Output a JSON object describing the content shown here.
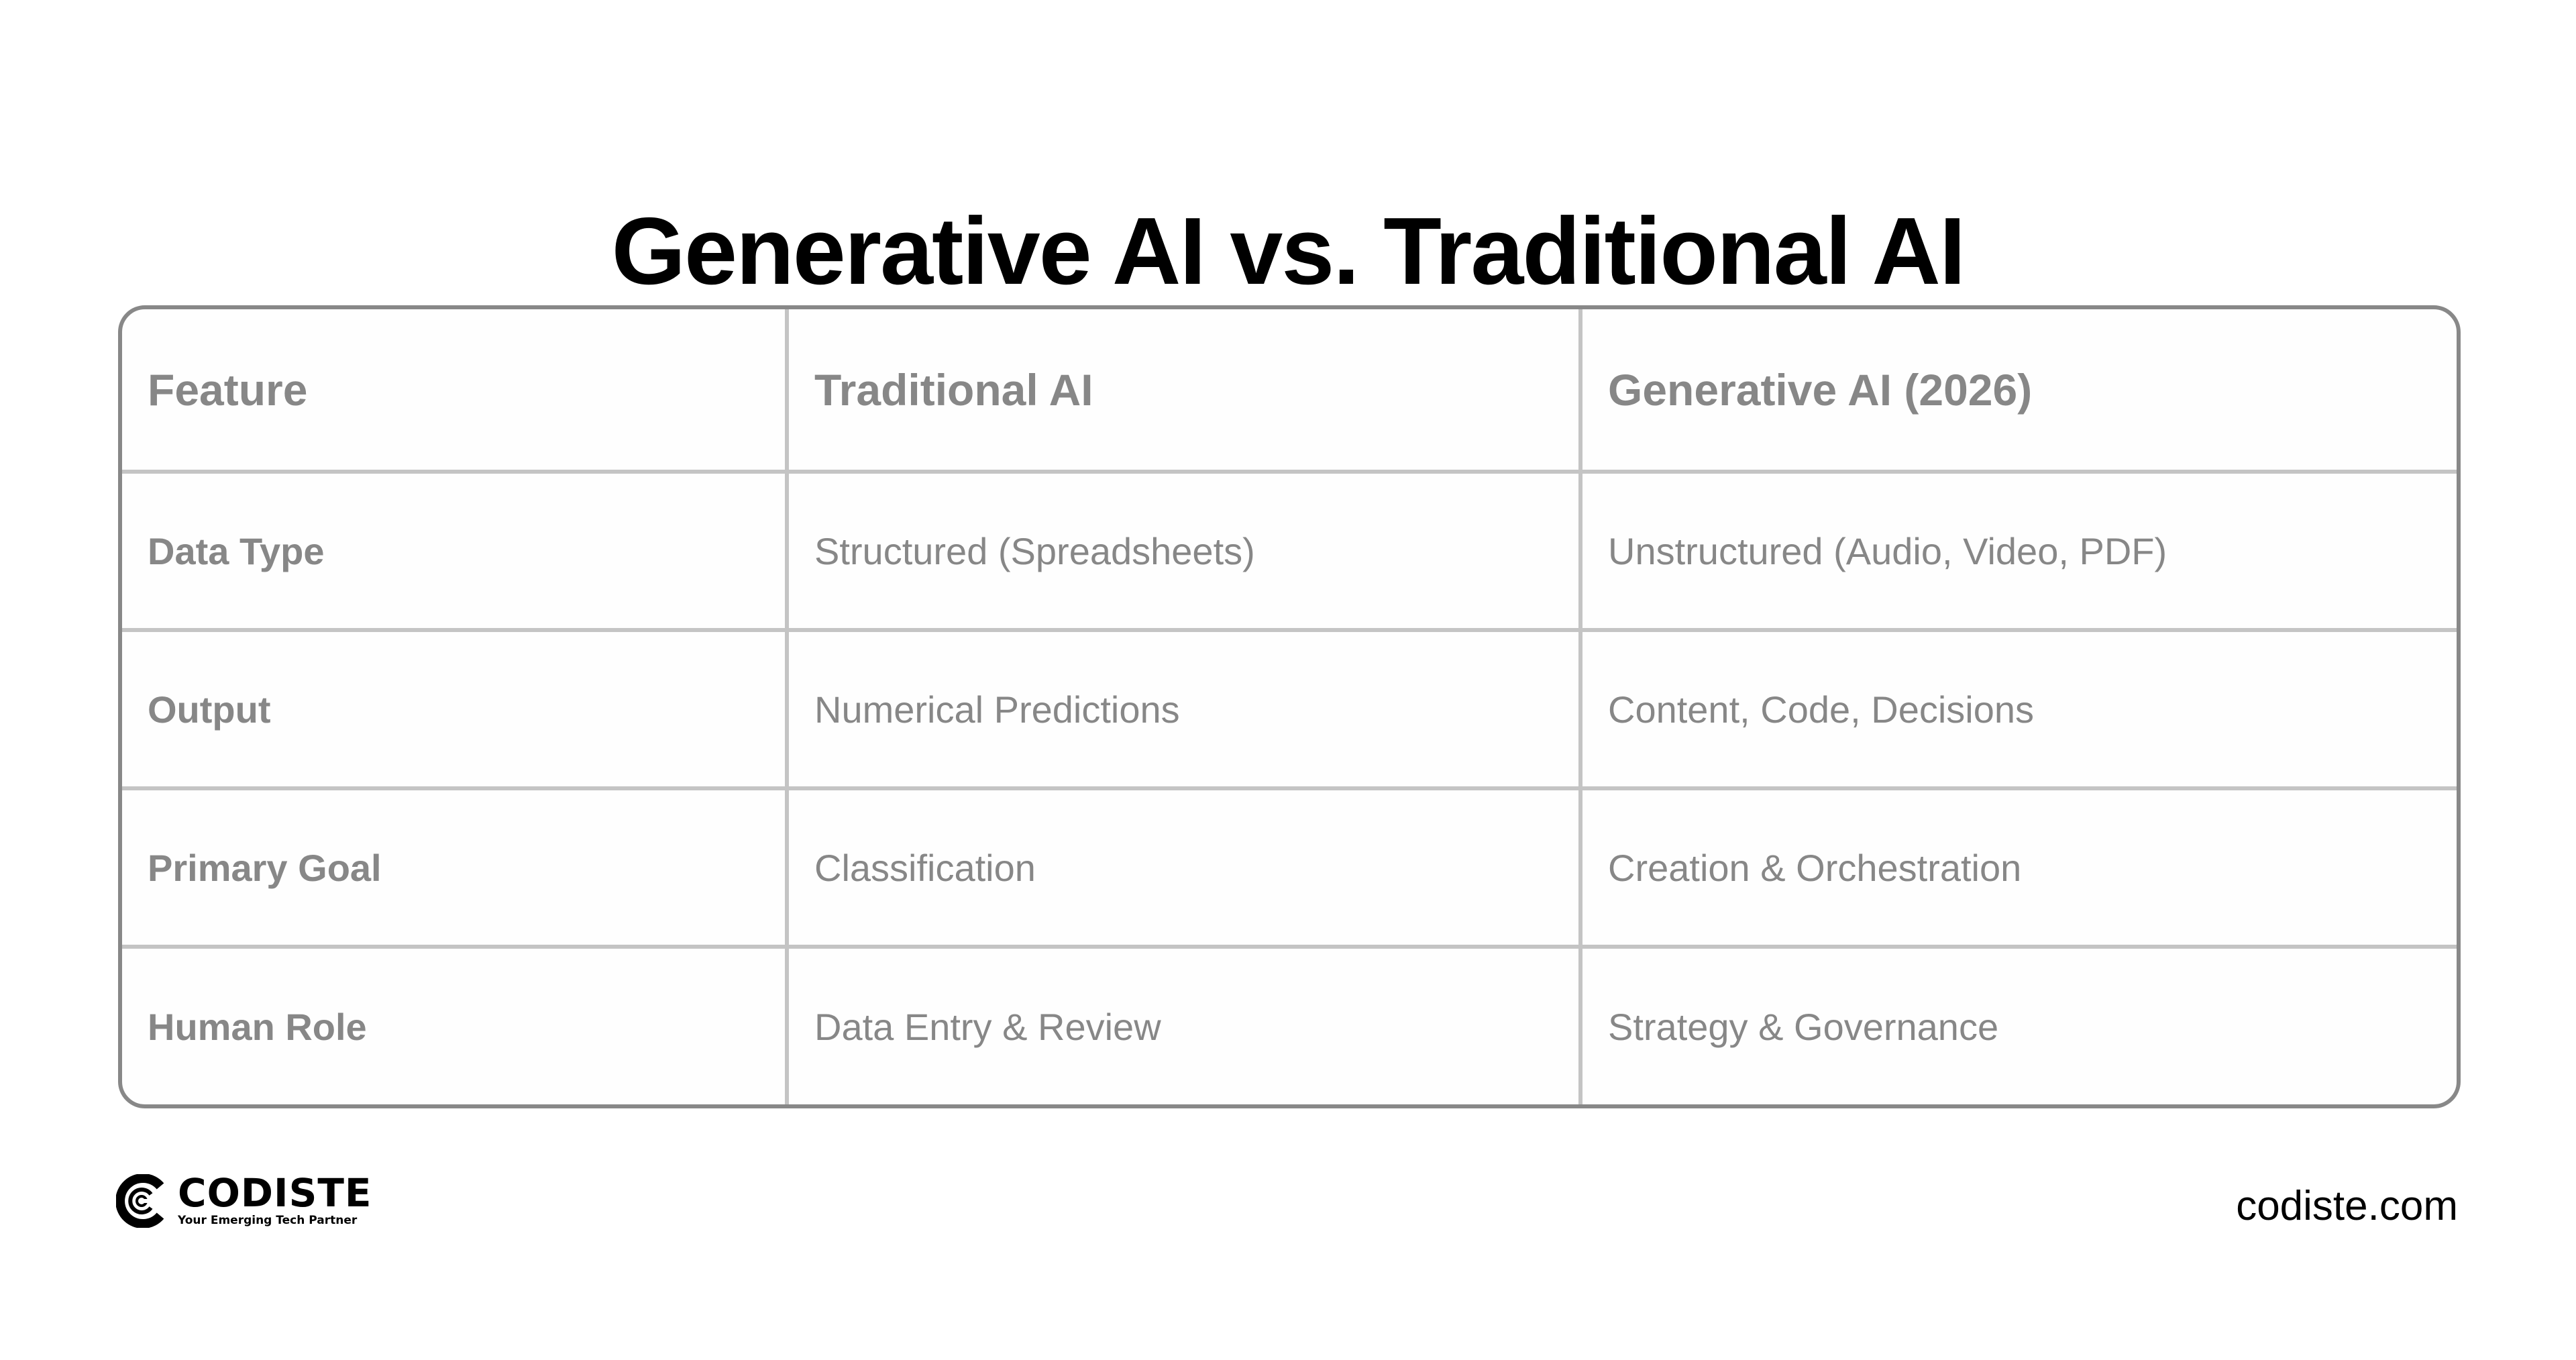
{
  "title": "Generative AI vs. Traditional AI",
  "colors": {
    "title": "#000000",
    "table_text": "#878787",
    "outer_border": "#888888",
    "inner_border": "#c4c4c4",
    "background": "#ffffff"
  },
  "table": {
    "headers": [
      "Feature",
      "Traditional AI",
      "Generative AI (2026)"
    ],
    "rows": [
      [
        "Data Type",
        "Structured (Spreadsheets)",
        "Unstructured (Audio, Video, PDF)"
      ],
      [
        "Output",
        "Numerical Predictions",
        "Content, Code, Decisions"
      ],
      [
        "Primary Goal",
        "Classification",
        "Creation & Orchestration"
      ],
      [
        "Human Role",
        "Data Entry & Review",
        "Strategy & Governance"
      ]
    ]
  },
  "footer": {
    "brand_name": "CODISTE",
    "brand_tagline": "Your Emerging Tech Partner",
    "logo_icon": "codiste-c-logo-icon",
    "site_url": "codiste.com"
  }
}
